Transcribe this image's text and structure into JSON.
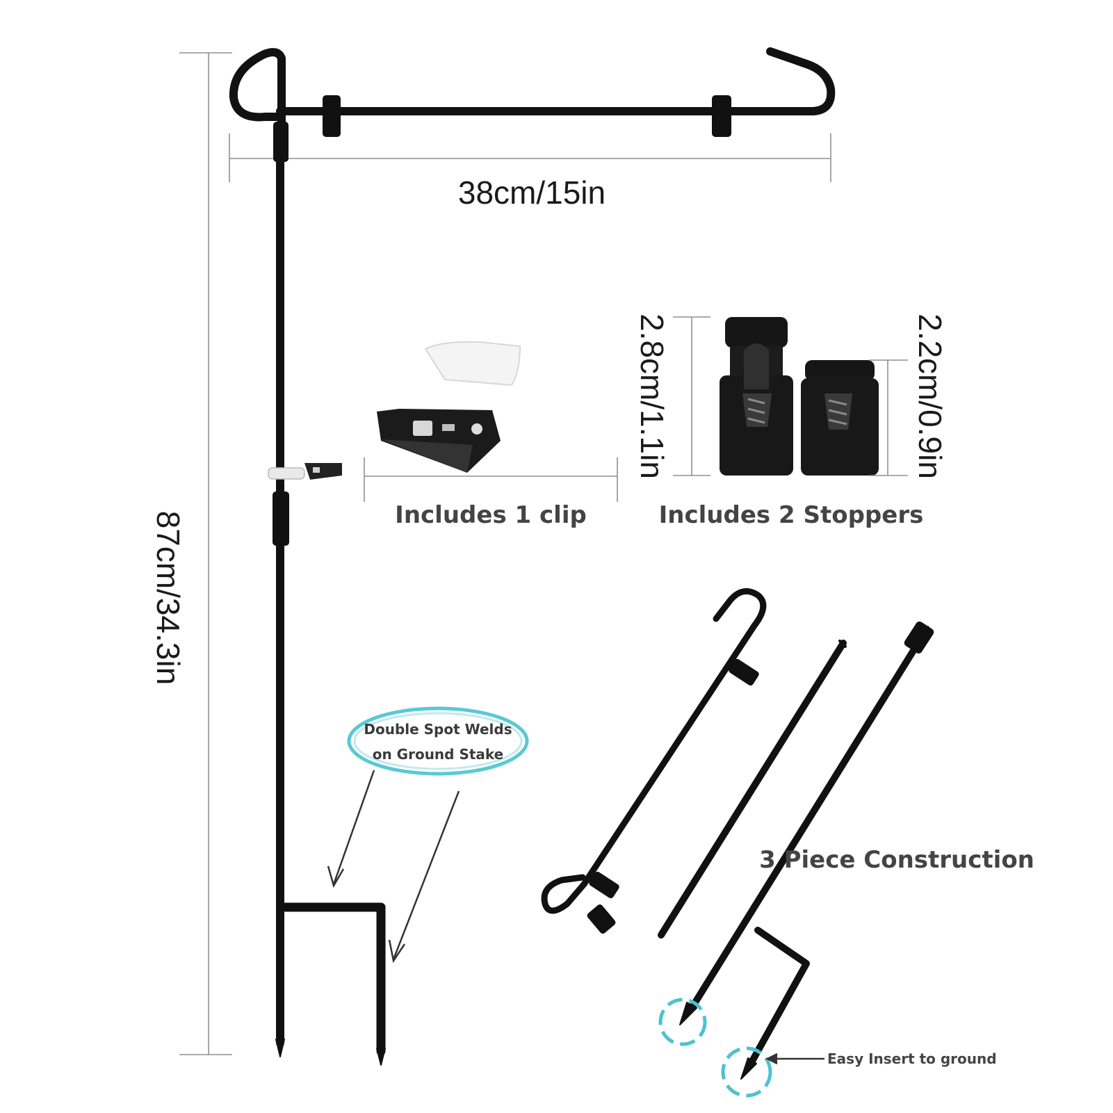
{
  "dimensions": {
    "width_label": "38cm/15in",
    "height_label": "87cm/34.3in",
    "large_stopper_label": "2.8cm/1.1in",
    "small_stopper_label": "2.2cm/0.9in"
  },
  "captions": {
    "clip": "Includes 1 clip",
    "stoppers": "Includes 2 Stoppers",
    "construction": "3 Piece Construction",
    "insert": "Easy Insert to ground"
  },
  "callout": {
    "line1": "Double Spot Welds",
    "line2": "on Ground Stake"
  },
  "colors": {
    "metal": "#111111",
    "dimension_line": "#8f8f8f",
    "highlight": "#4cc3cf"
  }
}
